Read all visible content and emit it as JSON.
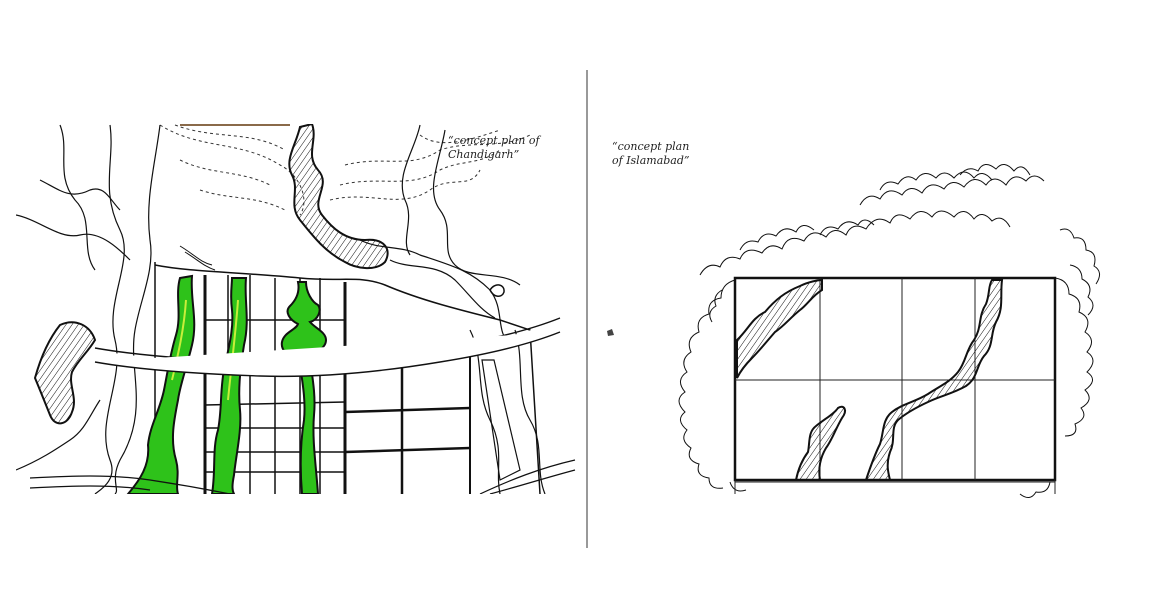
{
  "panels": {
    "left": {
      "caption_line1": "“concept plan of",
      "caption_line2": "Chandigarh”"
    },
    "right": {
      "caption_line1": "“concept plan",
      "caption_line2": "of Islamabad”"
    }
  },
  "colors": {
    "ink": "#111111",
    "green_fill": "#2ec21a",
    "green_highlight": "#c8ee3a",
    "paper": "#ffffff"
  }
}
